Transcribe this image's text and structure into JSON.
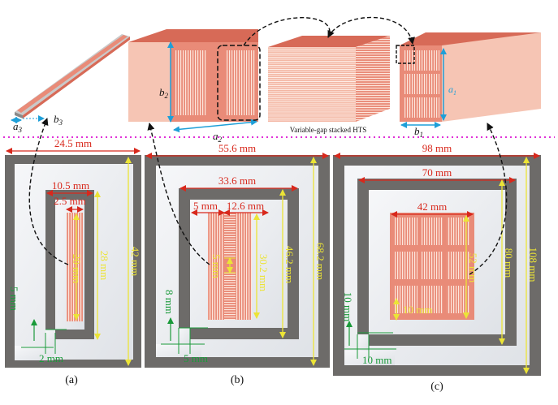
{
  "colors": {
    "copper_face": "#e98b78",
    "copper_top": "#d76a57",
    "copper_side": "#f6c5b4",
    "tape_line": "#fde6dc",
    "coil_frame": "#6d6b69",
    "coil_interior": "#f2f3f5",
    "red_dim": "#d8281c",
    "yellow_dim": "#ece436",
    "green_dim": "#1a9a3a",
    "blue_dim": "#1e9fd8",
    "magenta_sep": "#e030d8"
  },
  "top_row": {
    "tape_a3": "a",
    "tape_a3_sub": "3",
    "tape_b3": "b",
    "tape_b3_sub": "3",
    "block_b2": "b",
    "block_b2_sub": "2",
    "block_a2": "a",
    "block_a2_sub": "2",
    "stack_caption": "Variable-gap stacked HTS",
    "grid_a1": "a",
    "grid_a1_sub": "1",
    "grid_b1": "b",
    "grid_b1_sub": "1"
  },
  "panels": [
    {
      "label": "(a)",
      "outer_width": "24.5 mm",
      "inner_width": "10.5 mm",
      "conductor_width": "2.5 mm",
      "conductor_height": "20 mm",
      "inner_height": "28 mm",
      "outer_height": "42 mm",
      "frame_thickness": "5 mm",
      "gap": "2 mm"
    },
    {
      "label": "(b)",
      "outer_width": "55.6 mm",
      "inner_width": "33.6 mm",
      "strip_width": "5 mm",
      "gap_width": "12.6 mm",
      "strip_height": "5 mm",
      "conductor_height": "30.2 mm",
      "inner_height": "46.2 mm",
      "outer_height": "68.2 mm",
      "frame_thickness": "8 mm",
      "gap": "5 mm"
    },
    {
      "label": "(c)",
      "outer_width": "98 mm",
      "inner_width": "70 mm",
      "conductor_width": "42 mm",
      "conductor_height": "52 mm",
      "inner_height": "80 mm",
      "outer_height": "108 mm",
      "cell_height": "10 mm",
      "frame_thickness": "10 mm",
      "gap": "10 mm"
    }
  ]
}
